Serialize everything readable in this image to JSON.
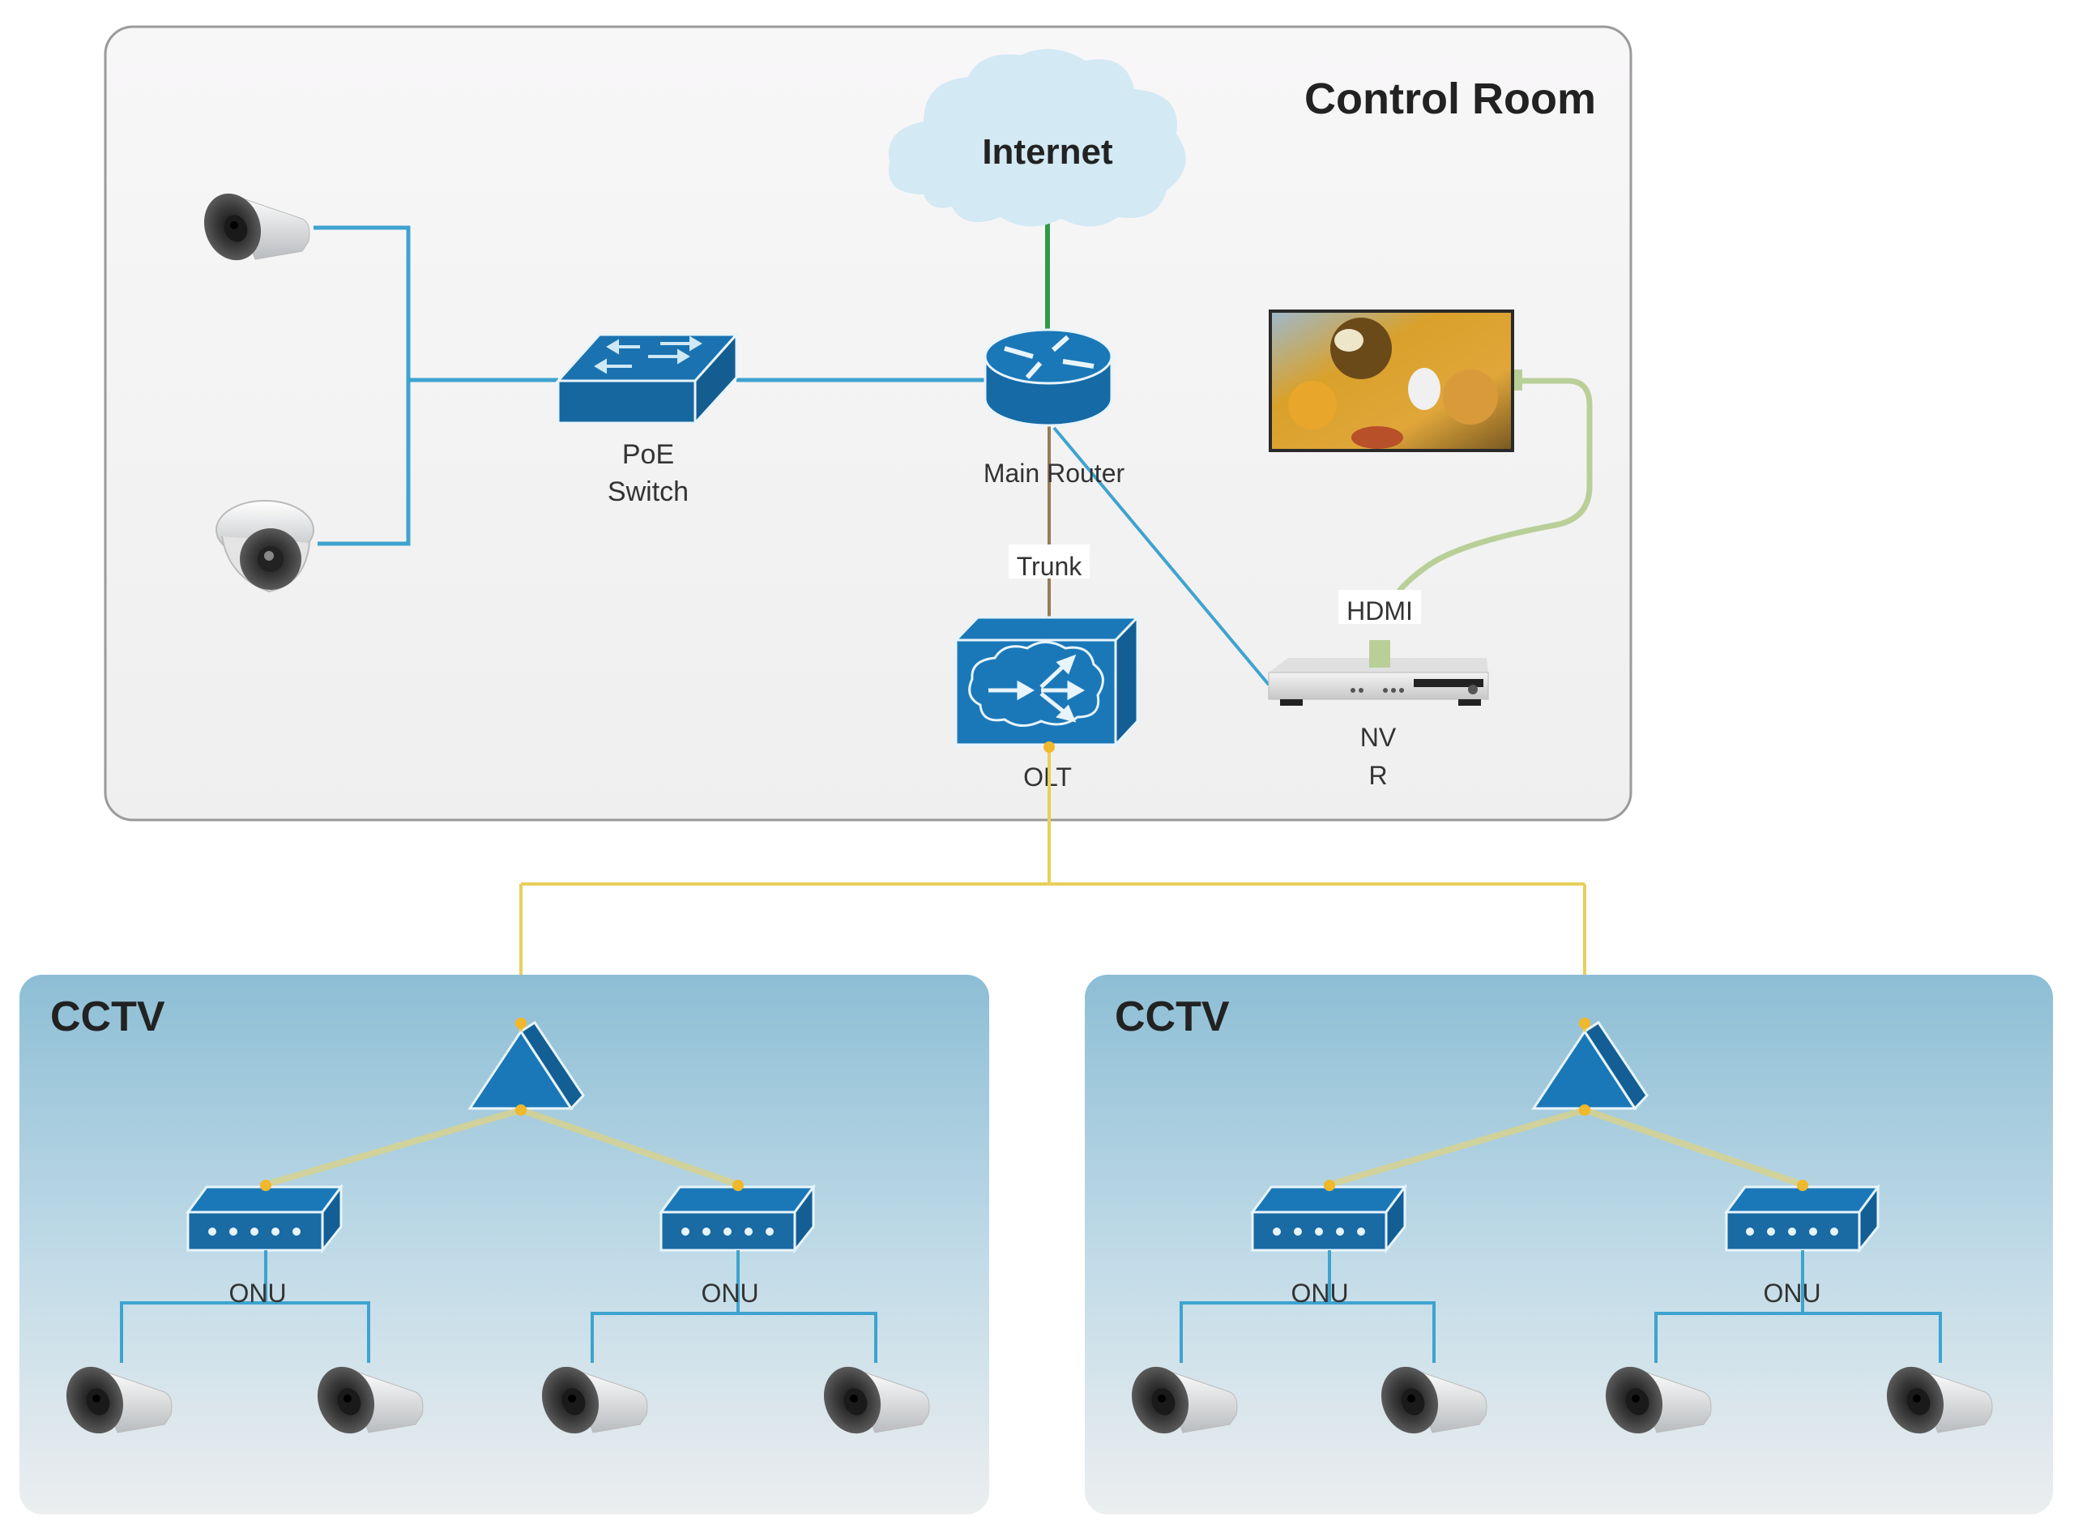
{
  "control_room": {
    "title": "Control Room",
    "internet_label": "Internet",
    "poe_switch_label_line1": "PoE",
    "poe_switch_label_line2": "Switch",
    "router_label": "Main Router",
    "trunk_label": "Trunk",
    "olt_label": "OLT",
    "hdmi_label": "HDMI",
    "nvr_label_line1": "NV",
    "nvr_label_line2": "R"
  },
  "cctv_zones": [
    {
      "title": "CCTV",
      "onus": [
        {
          "label": "ONU"
        },
        {
          "label": "ONU"
        }
      ]
    },
    {
      "title": "CCTV",
      "onus": [
        {
          "label": "ONU"
        },
        {
          "label": "ONU"
        }
      ]
    }
  ],
  "colors": {
    "device_blue": "#1a73b0",
    "ethernet_line": "#3ea3cf",
    "internet_line": "#2e9a48",
    "trunk_line": "#9a7a55",
    "fiber_line": "#e8cf5a",
    "hdmi_cable": "#b9cf98",
    "cloud": "#d3e9f4",
    "cctv_panel_top": "#8ebfd6",
    "cctv_panel_bottom": "#eceff1"
  }
}
